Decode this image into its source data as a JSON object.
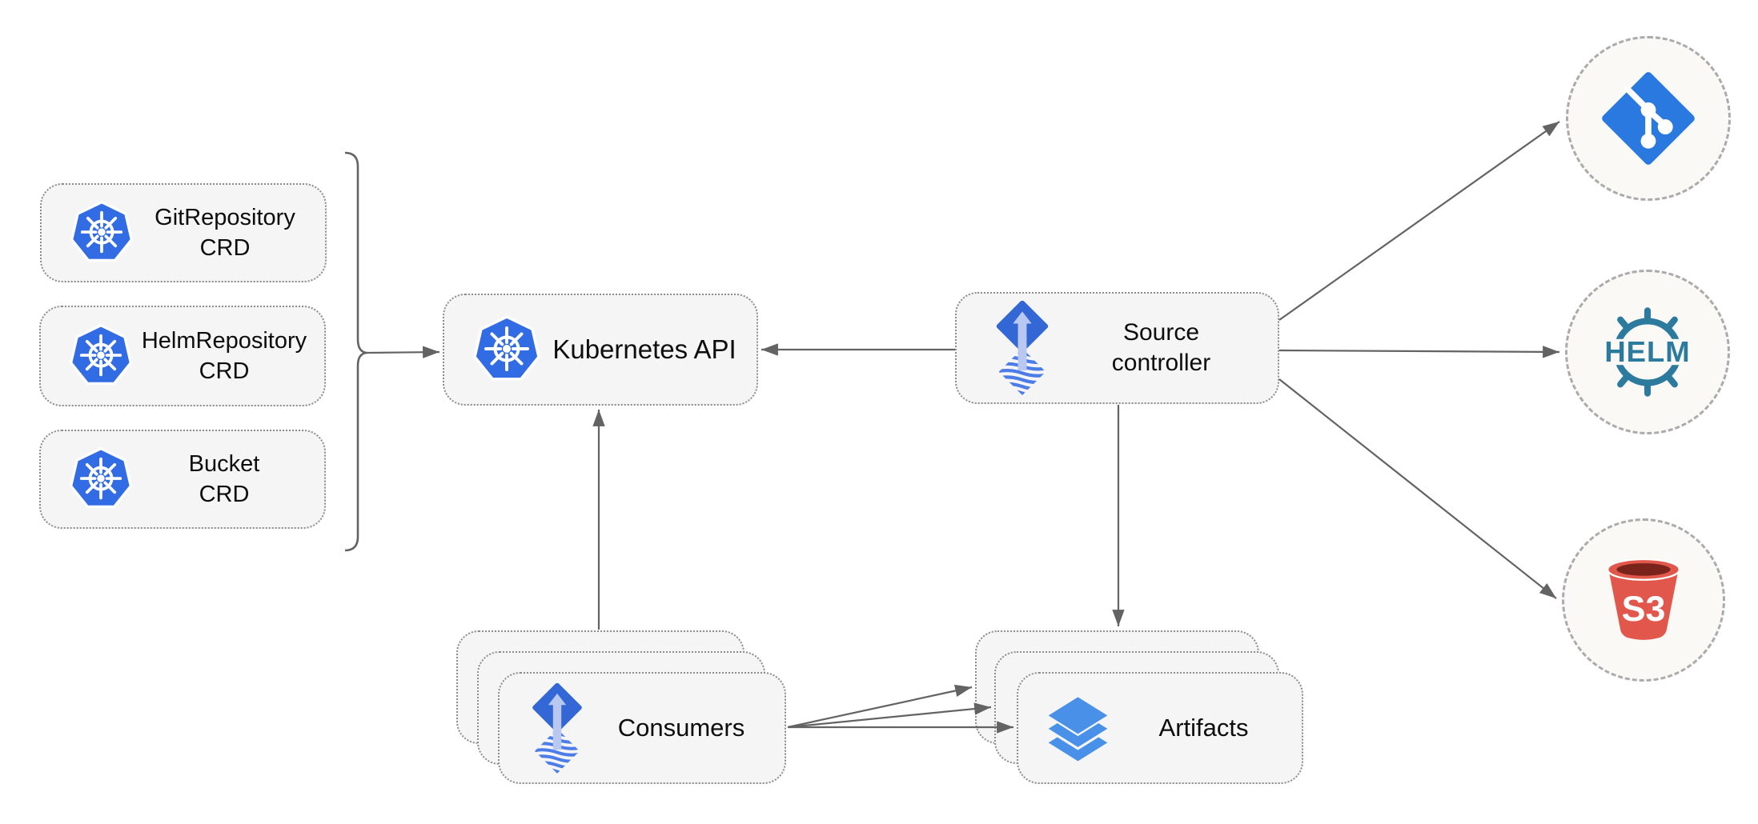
{
  "colors": {
    "node_fill": "#f5f5f5",
    "node_border": "#8c8c8c",
    "circle_fill": "#faf9f6",
    "circle_border": "#ababab",
    "arrow_gray": "#636363",
    "kubernetes_blue": "#326CE5",
    "flux_blue": "#3367d6",
    "flux_arrow_light": "#b9c8f0",
    "flux_stripe_blue": "#4b7ce8",
    "layers_blue": "#4991e8",
    "git_blue": "#2979e0",
    "helm_teal": "#2c7a9e",
    "s3_red": "#e2574c",
    "s3_dark_red": "#7a231b"
  },
  "crd_boxes": [
    {
      "line1": "GitRepository",
      "line2": "CRD",
      "icon": "kubernetes-icon"
    },
    {
      "line1": "HelmRepository",
      "line2": "CRD",
      "icon": "kubernetes-icon"
    },
    {
      "line1": "Bucket",
      "line2": "CRD",
      "icon": "kubernetes-icon"
    }
  ],
  "kubernetes_api": {
    "label": "Kubernetes API",
    "icon": "kubernetes-icon"
  },
  "source_controller": {
    "line1": "Source",
    "line2": "controller",
    "icon": "flux-source-controller-icon"
  },
  "consumers": {
    "label": "Consumers",
    "icon": "flux-source-controller-icon",
    "stacked": 3
  },
  "artifacts": {
    "label": "Artifacts",
    "icon": "layers-icon",
    "stacked": 3
  },
  "externals": {
    "git": {
      "icon": "git-icon"
    },
    "helm": {
      "icon": "helm-icon",
      "label": "HELM"
    },
    "s3": {
      "icon": "s3-bucket-icon",
      "label": "S3"
    }
  }
}
